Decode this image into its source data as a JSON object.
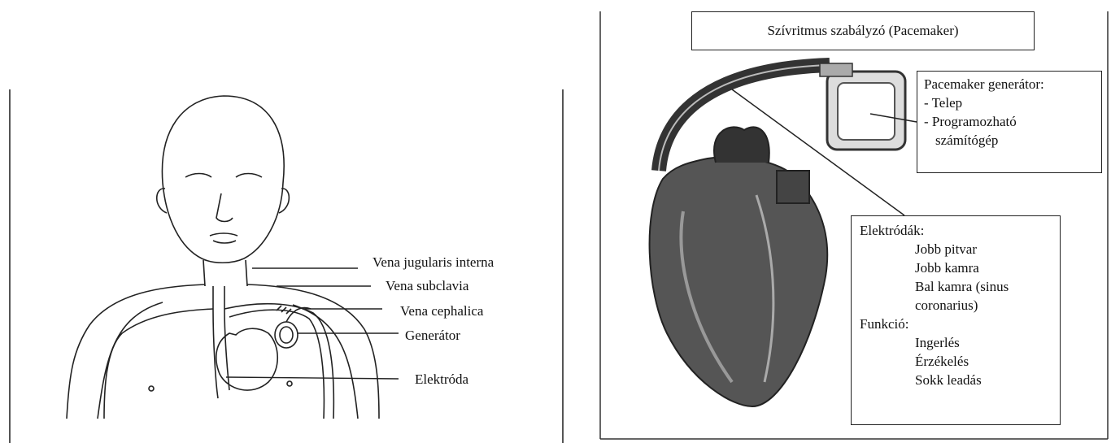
{
  "left_figure": {
    "labels": [
      "Vena jugularis interna",
      "Vena subclavia",
      "Vena cephalica",
      "Generátor",
      "Elektróda"
    ]
  },
  "right_figure": {
    "title": "Szívritmus szabályzó (Pacemaker)",
    "generator_box": {
      "heading": "Pacemaker generátor:",
      "items": [
        "- Telep",
        "- Programozható",
        "  számítógép"
      ]
    },
    "electrode_box": {
      "heading": "Elektródák:",
      "electrodes": [
        "Jobb pitvar",
        "Jobb kamra",
        "Bal kamra (sinus",
        "coronarius)"
      ],
      "function_heading": "Funkció:",
      "functions": [
        "Ingerlés",
        "Érzékelés",
        "Sokk leadás"
      ]
    }
  }
}
